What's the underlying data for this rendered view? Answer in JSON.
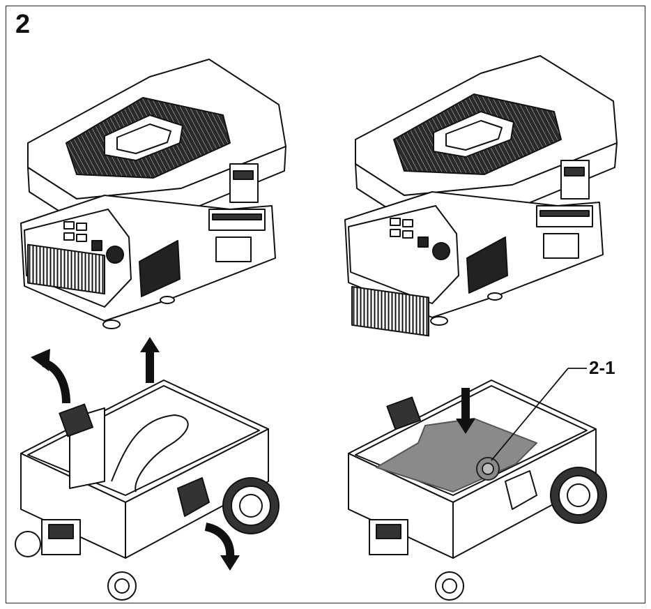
{
  "figure": {
    "number": "2",
    "callouts": [
      {
        "id": "2-1",
        "label": "2-1"
      }
    ]
  },
  "colors": {
    "line": "#111111",
    "filter_dark": "#3a3a3a",
    "bag_fill": "#8a8a8a",
    "bag_edge": "#555555",
    "background": "#ffffff"
  }
}
